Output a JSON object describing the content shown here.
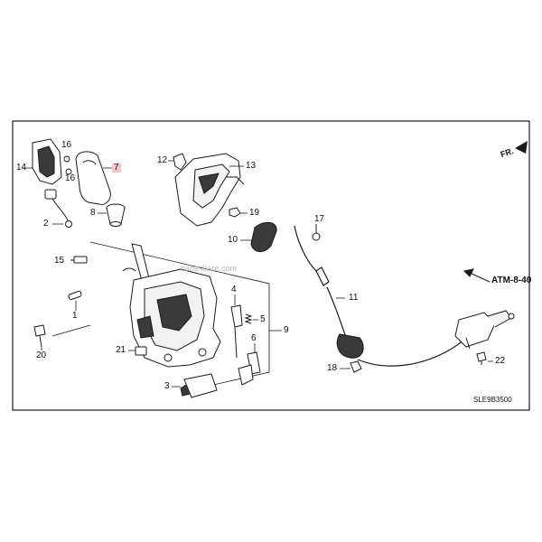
{
  "diagram": {
    "callouts": {
      "c1": "1",
      "c2": "2",
      "c3": "3",
      "c4": "4",
      "c5": "5",
      "c6": "6",
      "c7": "7",
      "c8": "8",
      "c9": "9",
      "c10": "10",
      "c11": "11",
      "c12": "12",
      "c13": "13",
      "c14": "14",
      "c15": "15",
      "c16a": "16",
      "c16b": "16",
      "c17": "17",
      "c18": "18",
      "c19": "19",
      "c20": "20",
      "c21": "21",
      "c22": "22"
    },
    "highlighted_callout": "7",
    "reference_label": "ATM-8-40",
    "front_label": "FR.",
    "diagram_code": "SLE9B3500",
    "watermark": "babeshare.com"
  },
  "colors": {
    "line": "#1a1a1a",
    "highlight": "#f6c6cf",
    "part_fill": "#f2f2f2",
    "dark_fill": "#3a3a3a"
  }
}
